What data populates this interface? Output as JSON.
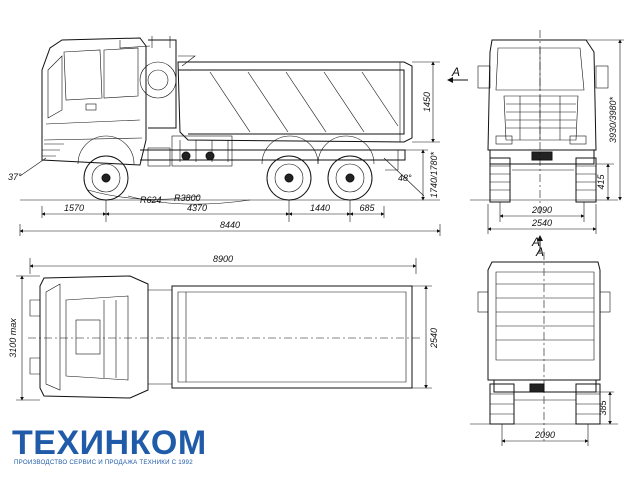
{
  "side_view": {
    "overhang_front": "1570",
    "wheelbase": "4370",
    "axle_spacing": "1440",
    "overhang_rear": "685",
    "overall_length": "8440",
    "body_height": "1450",
    "frame_height": "1740/1780*",
    "approach_angle": "37°",
    "departure_angle": "48°",
    "turning_radius_small": "R624",
    "turning_radius_large": "R3800",
    "view_marker": "A"
  },
  "front_view": {
    "overall_height": "3930/3980*",
    "ground_clearance": "415",
    "track": "2090",
    "overall_width": "2540",
    "view_marker": "A"
  },
  "top_view": {
    "overall_length": "8900",
    "overall_width": "3100 max",
    "body_width": "2540"
  },
  "rear_view": {
    "ground_clearance": "385",
    "track": "2090",
    "view_marker": "A"
  },
  "logo": {
    "name": "ТЕХИНКОМ",
    "tagline": "ПРОИЗВОДСТВО СЕРВИС И ПРОДАЖА ТЕХНИКИ С 1992",
    "color": "#1f5ba8"
  }
}
